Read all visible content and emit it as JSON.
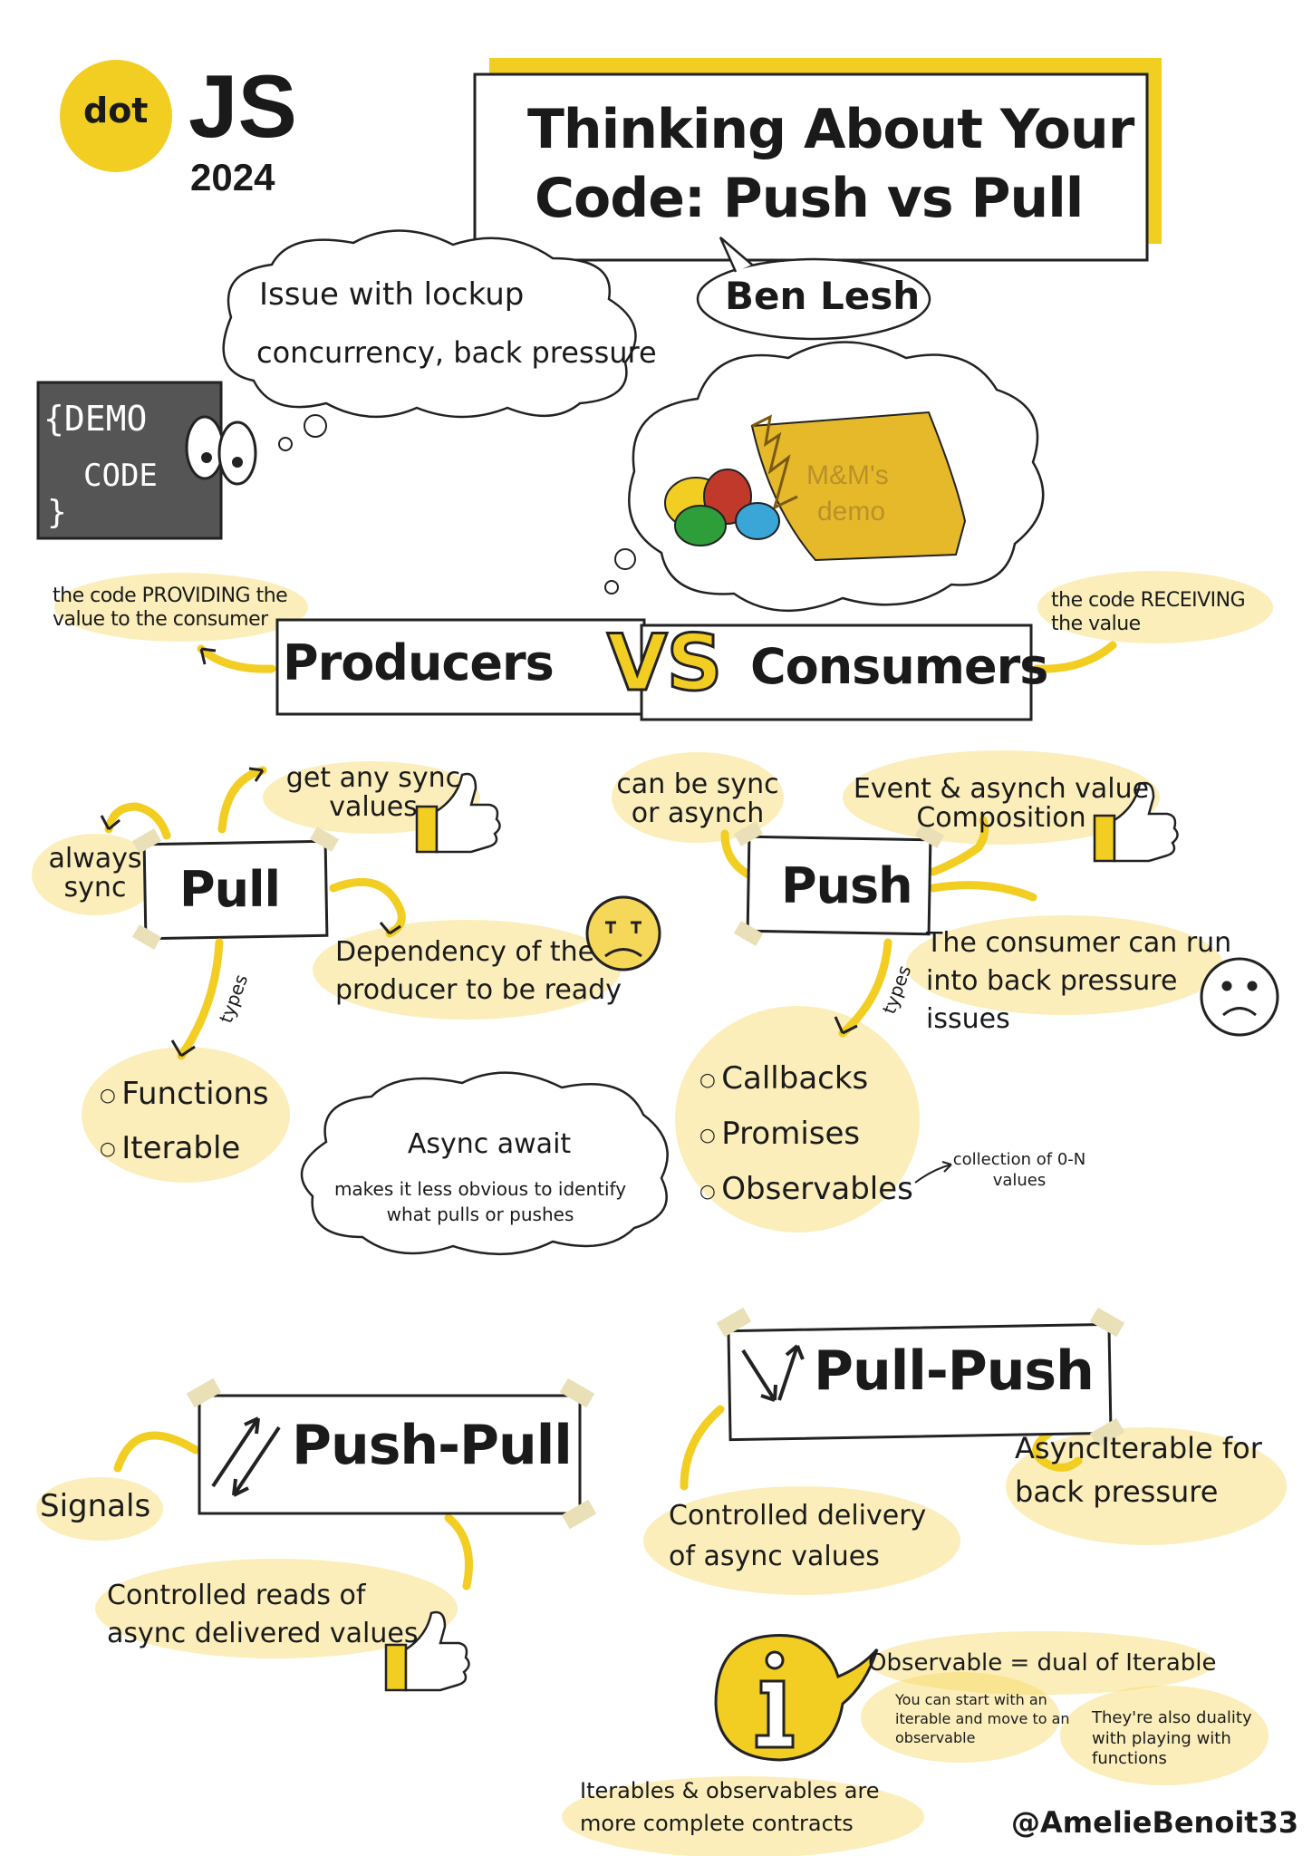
{
  "colors": {
    "accent": "#f2cd22",
    "highlight": "#f5d75a",
    "ink": "#1a1a1a",
    "demo_board": "#555555"
  },
  "logo": {
    "dot": "dot",
    "js": "JS",
    "year": "2024"
  },
  "title": {
    "line1": "Thinking About Your",
    "line2": "Code: Push vs Pull"
  },
  "speaker": "Ben Lesh",
  "thought_issue": {
    "line1": "Issue with lockup",
    "line2": "concurrency, back pressure"
  },
  "demo": {
    "line1": "{DEMO",
    "line2": "CODE",
    "line3": "}"
  },
  "mm_bag": {
    "line1": "M&M's",
    "line2": "demo"
  },
  "producers": {
    "label": "Producers",
    "note": "the code PROVIDING the value to the consumer"
  },
  "vs": "VS",
  "consumers": {
    "label": "Consumers",
    "note": "the code RECEIVING the value"
  },
  "pull": {
    "label": "Pull",
    "always_sync": "always sync",
    "get_any": "get any sync values",
    "dependency": "Dependency of the producer to be ready",
    "types_label": "types",
    "types": [
      "Functions",
      "Iterable"
    ]
  },
  "push": {
    "label": "Push",
    "can_be": "can be sync or asynch",
    "event": "Event & asynch value Composition",
    "consumer_issue": "The consumer can run into back pressure issues",
    "types_label": "types",
    "types": [
      "Callbacks",
      "Promises",
      "Observables"
    ],
    "collection_note": "collection of 0-N values"
  },
  "async_await": {
    "title": "Async await",
    "body": "makes it less obvious to identify what pulls or pushes"
  },
  "push_pull": {
    "label": "Push-Pull",
    "signals": "Signals",
    "controlled_reads": "Controlled reads of async delivered values"
  },
  "pull_push": {
    "label": "Pull-Push",
    "controlled_delivery": "Controlled delivery of async values",
    "async_iterable": "AsyncIterable for back pressure"
  },
  "info": {
    "observable_dual": "Observable = dual of Iterable",
    "start_iterable": "You can start with an iterable and move to an observable",
    "duality": "They're also duality with playing with functions",
    "contracts": "Iterables & observables are more complete contracts"
  },
  "credit": "@AmelieBenoit33"
}
